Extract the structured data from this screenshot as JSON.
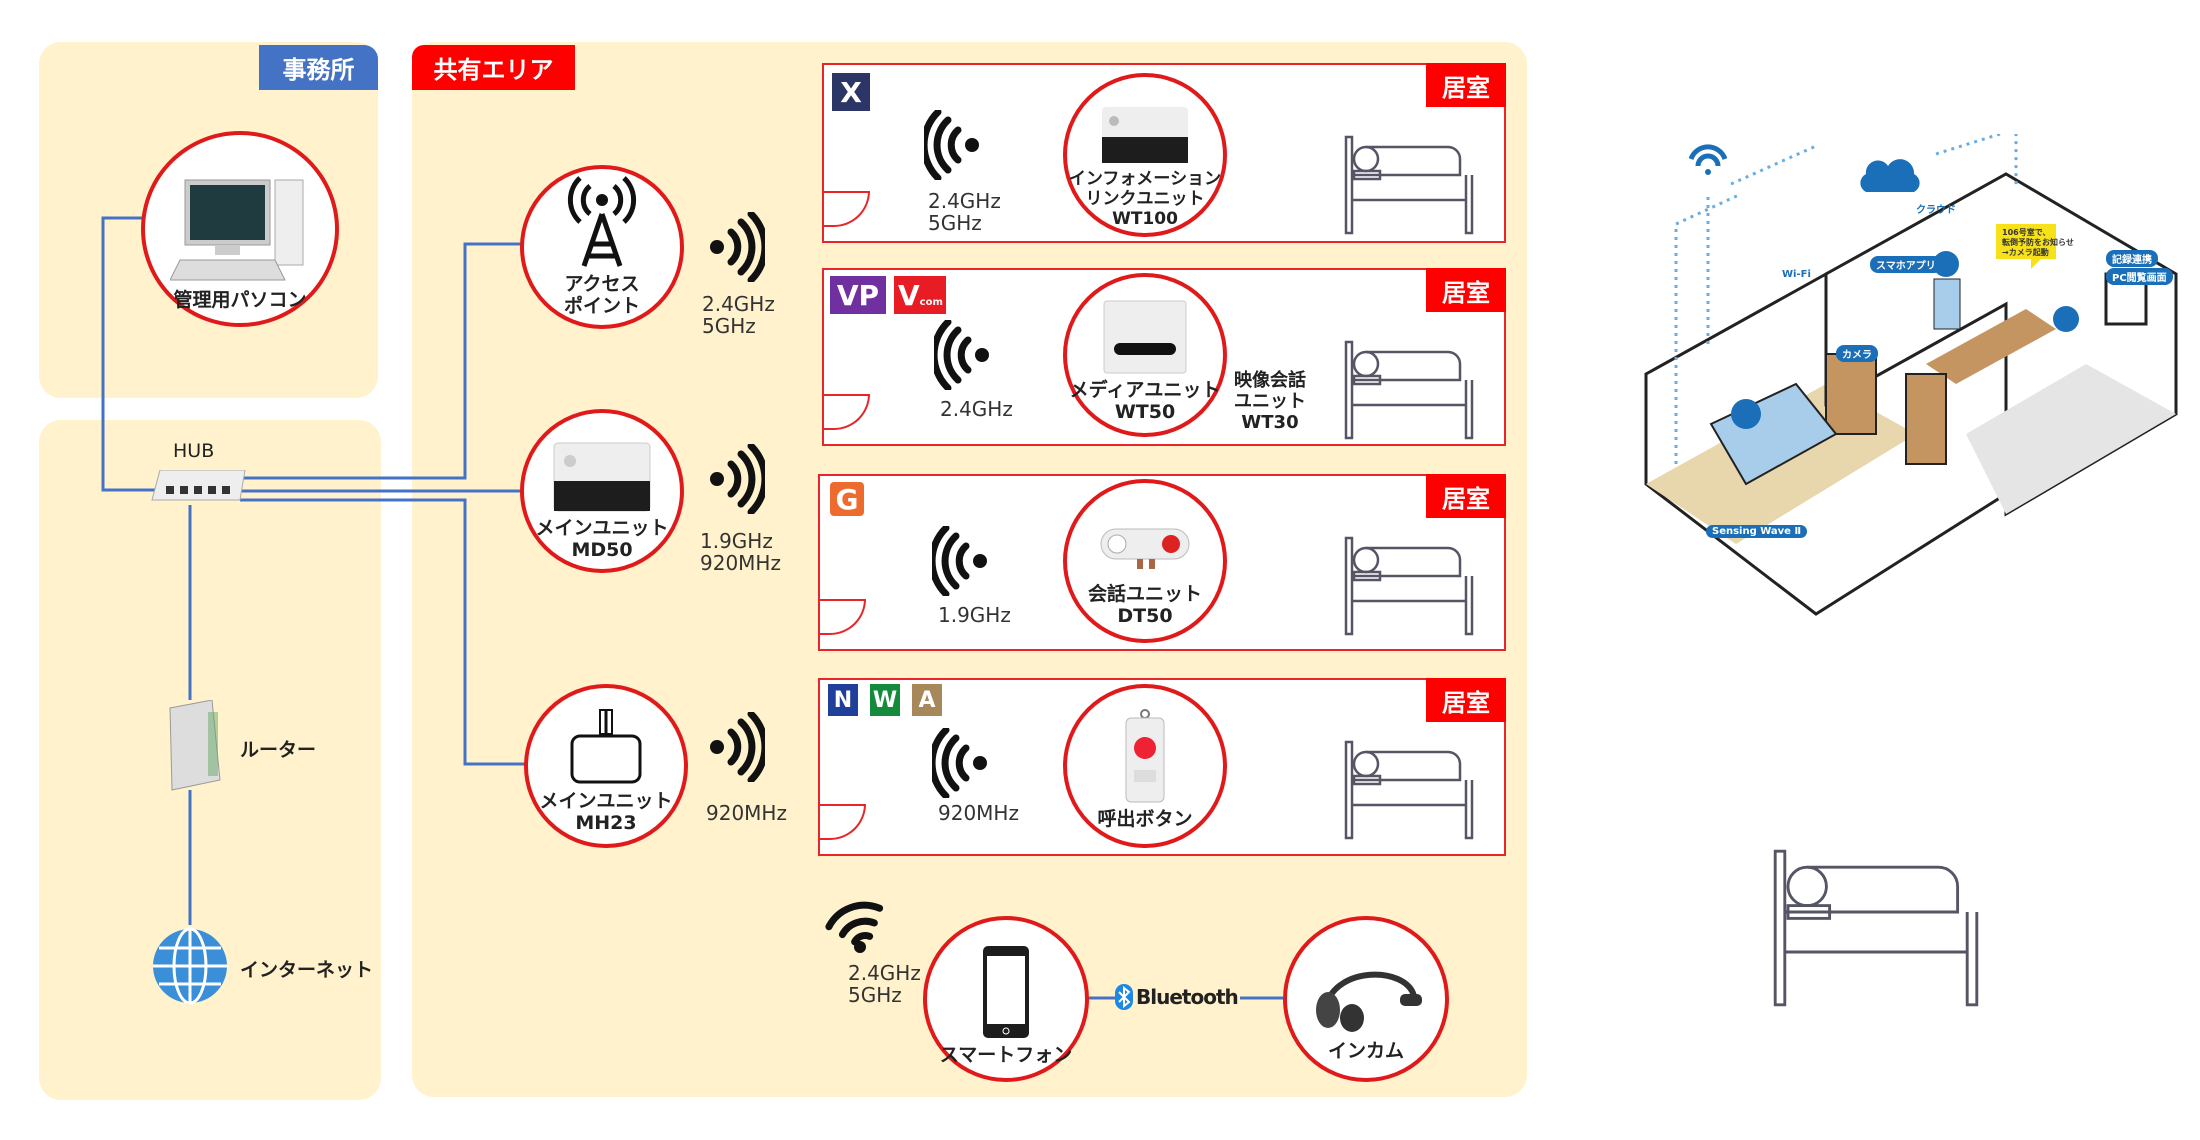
{
  "office": {
    "tab": "事務所",
    "pc_label": "管理用パソコン"
  },
  "network": {
    "hub": "HUB",
    "router": "ルーター",
    "internet": "インターネット"
  },
  "shared": {
    "tab": "共有エリア",
    "access_point": {
      "label_1": "アクセス",
      "label_2": "ポイント",
      "freq_1": "2.4GHz",
      "freq_2": "5GHz"
    },
    "md50": {
      "label_1": "メインユニット",
      "label_2": "MD50",
      "freq_1": "1.9GHz",
      "freq_2": "920MHz"
    },
    "mh23": {
      "label_1": "メインユニット",
      "label_2": "MH23",
      "freq_1": "920MHz"
    }
  },
  "rooms": [
    {
      "tag": "居室",
      "badges": [
        "X"
      ],
      "freq_1": "2.4GHz",
      "freq_2": "5GHz",
      "device_1": "インフォメーション",
      "device_2": "リンクユニット",
      "device_3": "WT100"
    },
    {
      "tag": "居室",
      "badges": [
        "VP",
        "V"
      ],
      "badge_sub": "com",
      "freq_1": "2.4GHz",
      "device_1": "メディアユニット",
      "device_2": "WT50",
      "extra_1": "映像会話",
      "extra_2": "ユニット",
      "extra_3": "WT30"
    },
    {
      "tag": "居室",
      "badges": [
        "G"
      ],
      "freq_1": "1.9GHz",
      "device_1": "会話ユニット",
      "device_2": "DT50"
    },
    {
      "tag": "居室",
      "badges": [
        "N",
        "W",
        "A"
      ],
      "freq_1": "920MHz",
      "device_1": "呼出ボタン"
    }
  ],
  "mobile": {
    "freq_1": "2.4GHz",
    "freq_2": "5GHz",
    "smartphone": "スマートフォン",
    "bluetooth": "Bluetooth",
    "incam": "インカム"
  },
  "illustration": {
    "cloud": "クラウド",
    "wifi": "Wi-Fi",
    "app": "スマホアプリ",
    "bubble_1": "106号室で、",
    "bubble_2": "転倒予防をお知らせ",
    "bubble_3": "→カメラ起動",
    "record": "記録連携",
    "pc_screen": "PC閲覧画面",
    "camera": "カメラ",
    "sensor": "Sensing Wave Ⅱ"
  },
  "colors": {
    "accent_red": "#e01a1a",
    "office_blue": "#4472c4",
    "panel": "#fff2cc",
    "line_blue": "#4472c4"
  }
}
